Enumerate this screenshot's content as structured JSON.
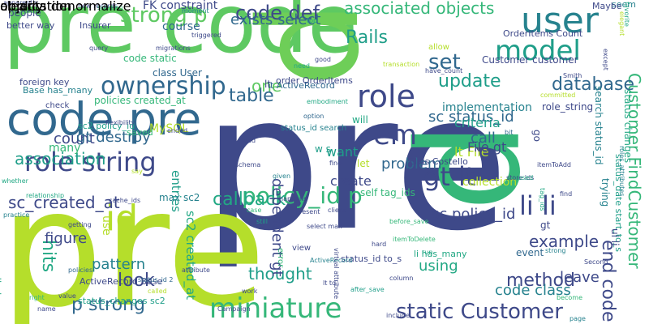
{
  "palette": {
    "background": "#ffffff",
    "lime": "#b5de2b",
    "bright_green": "#6ece58",
    "green": "#5ec962",
    "teal_green": "#35b779",
    "teal": "#22a884",
    "cyan": "#1f9e89",
    "steel": "#26828e",
    "blue": "#31688e",
    "indigo": "#3e4989",
    "dark_indigo": "#482878",
    "purple": "#440154"
  },
  "words": [
    "pre code",
    "p",
    "pre",
    "p",
    "pre",
    "user",
    "model",
    "role",
    "code pre",
    "id",
    "ownership",
    "strong p",
    "set",
    "update",
    "em",
    "role string",
    "gt lt",
    "association",
    "policy_id p",
    "li li",
    "miniature",
    "static Customer",
    "Customer FindCustomer",
    "sc_created_at",
    "code def",
    "associated objects",
    "database",
    "Rails",
    "table",
    "example",
    "method",
    "exists select",
    "code class",
    "hits",
    "look",
    "p strong",
    "sc status_id",
    "sc policy_id",
    "end code",
    "callback",
    "pattern",
    "figure",
    "thought",
    "create",
    "problem",
    "count",
    "many",
    "one",
    "leave",
    "using",
    "call",
    "dependent gt",
    "gt destroy",
    "lt File",
    "File gt",
    "want",
    "criteria",
    "implementation",
    "course",
    "code static",
    "people",
    "apparently",
    "FK constraint",
    "foreign key",
    "Base has_many",
    "policies created_at",
    "lt ActiveRecord",
    "order OrderItems",
    "status changes",
    "Customer customer",
    "OrderItems Count",
    "sc2 created_at",
    "sc2 policy_id",
    "ActiveRecord Base",
    "status_changes sc2",
    "Elvis Costello",
    "li has_many",
    "status_id to_s",
    "collection",
    "MySQL",
    "entries",
    "use",
    "max sc2",
    "status_id search",
    "search status_id",
    "status_date start_to_s",
    "role_string",
    "class User",
    "better way",
    "Insurer",
    "check",
    "saved",
    "seem",
    "Maybe",
    "elegant",
    "allow",
    "have_count",
    "trying",
    "event",
    "lt",
    "ul li",
    "gt",
    "go",
    "let",
    "will",
    "w s",
    "view",
    "bit",
    "new records",
    "tag_ids",
    "store ids",
    "cache_ids",
    "self tag_ids",
    "run",
    "ActiveRecord",
    "hard",
    "column",
    "error",
    "work",
    "attribute",
    "getting",
    "policies",
    "called",
    "status_id 2",
    "value",
    "applied",
    "name",
    "right",
    "Campaign",
    "relationship",
    "whether",
    "practice",
    "say",
    "favorite",
    "page",
    "Second",
    "become",
    "include",
    "good",
    "need",
    "top",
    "solution",
    "moment",
    "triggered",
    "migrations",
    "query",
    "flexibility",
    "ended",
    "lead",
    "schema",
    "fine",
    "client",
    "case",
    "still",
    "given",
    "happens",
    "select max",
    "lt td",
    "virtual attribute",
    "after_save",
    "before_save",
    "itemToDelete",
    "itemToAdd",
    "strong",
    "used",
    "find",
    "embodiment",
    "option",
    "present",
    "transaction",
    "committed",
    "roles_attributes",
    "except",
    "Smith",
    "application",
    "objects denormalize",
    "clearly",
    "way"
  ]
}
